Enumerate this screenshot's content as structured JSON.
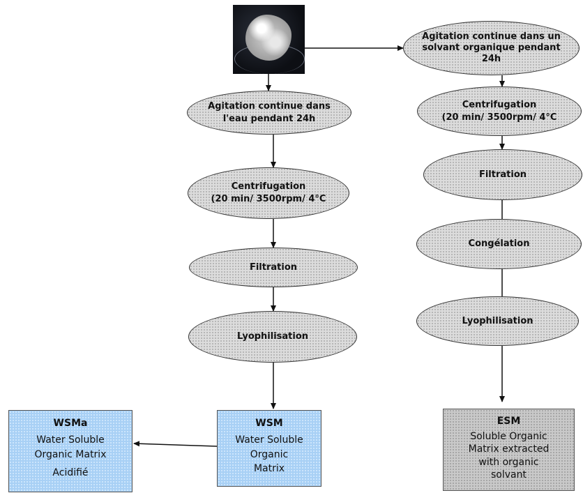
{
  "water_branch": {
    "agitation": [
      "Agitation continue dans",
      "l'eau pendant 24h"
    ],
    "centrifugation": [
      "Centrifugation",
      "(20 min/ 3500rpm/ 4°C"
    ],
    "filtration": "Filtration",
    "lyophilisation": "Lyophilisation"
  },
  "solvent_branch": {
    "agitation": [
      "Agitation continue dans un",
      "solvant organique pendant",
      "24h"
    ],
    "centrifugation": [
      "Centrifugation",
      "(20 min/ 3500rpm/ 4°C"
    ],
    "filtration": "Filtration",
    "congelation": "Congélation",
    "lyophilisation": "Lyophilisation"
  },
  "boxes": {
    "wsma": {
      "title": "WSMa",
      "lines": [
        "Water Soluble",
        "Organic Matrix"
      ],
      "extra": "Acidifié"
    },
    "wsm": {
      "title": "WSM",
      "lines": [
        "Water Soluble",
        "Organic",
        "Matrix"
      ]
    },
    "esm": {
      "title": "ESM",
      "lines": [
        "Soluble Organic",
        "Matrix extracted",
        "with organic",
        "solvant"
      ]
    }
  },
  "colors": {
    "oval_fill": "#dcdcdc",
    "water_box_fill": "#a8d0f5",
    "solvent_box_fill": "#c9c9c9",
    "line": "#111111"
  },
  "icons": {
    "sample_photo": "shell-sample-photo"
  }
}
